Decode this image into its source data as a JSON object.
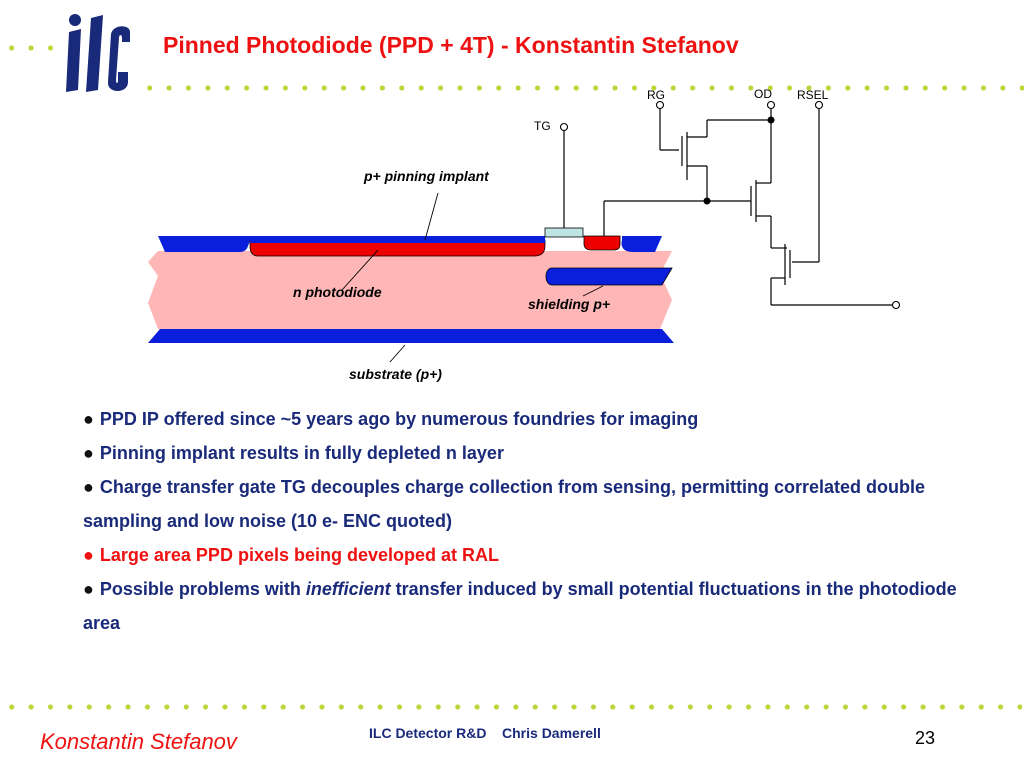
{
  "slide": {
    "title": "Pinned Photodiode (PPD + 4T) - Konstantin Stefanov",
    "logo_text": "ilc"
  },
  "diagram": {
    "labels": {
      "pinning_implant": "p+ pinning implant",
      "n_photodiode": "n photodiode",
      "shielding": "shielding p+",
      "substrate": "substrate (p+)",
      "tg": "TG",
      "rg": "RG",
      "od": "OD",
      "rsel": "RSEL"
    }
  },
  "bullets": [
    {
      "pre": "PPD IP offered since ~5 years ago by numerous foundries for imaging",
      "em": "",
      "post": "",
      "highlight": false
    },
    {
      "pre": "Pinning implant results in fully depleted n layer",
      "em": "",
      "post": "",
      "highlight": false
    },
    {
      "pre": "Charge transfer gate TG decouples charge collection from sensing, permitting correlated double sampling and low noise (10 e- ENC quoted)",
      "em": "",
      "post": "",
      "highlight": false
    },
    {
      "pre": "Large area PPD pixels being developed at RAL",
      "em": "",
      "post": "",
      "highlight": true
    },
    {
      "pre": "Possible problems with ",
      "em": "inefficient",
      "post": " transfer induced by small potential fluctuations in the photodiode area",
      "highlight": false
    }
  ],
  "footer": {
    "author": "Konstantin Stefanov",
    "center": "ILC Detector R&D    Chris Damerell",
    "page": "23"
  },
  "colors": {
    "title": "#ee1111",
    "body_text": "#1a2a7a",
    "dots": "#bcd63a",
    "logo": "#1a2a7a",
    "p_well": "#ffb6b6",
    "implant_blue": "#0a1fdc",
    "implant_red": "#ee0000",
    "gate": "#bde3e3"
  }
}
